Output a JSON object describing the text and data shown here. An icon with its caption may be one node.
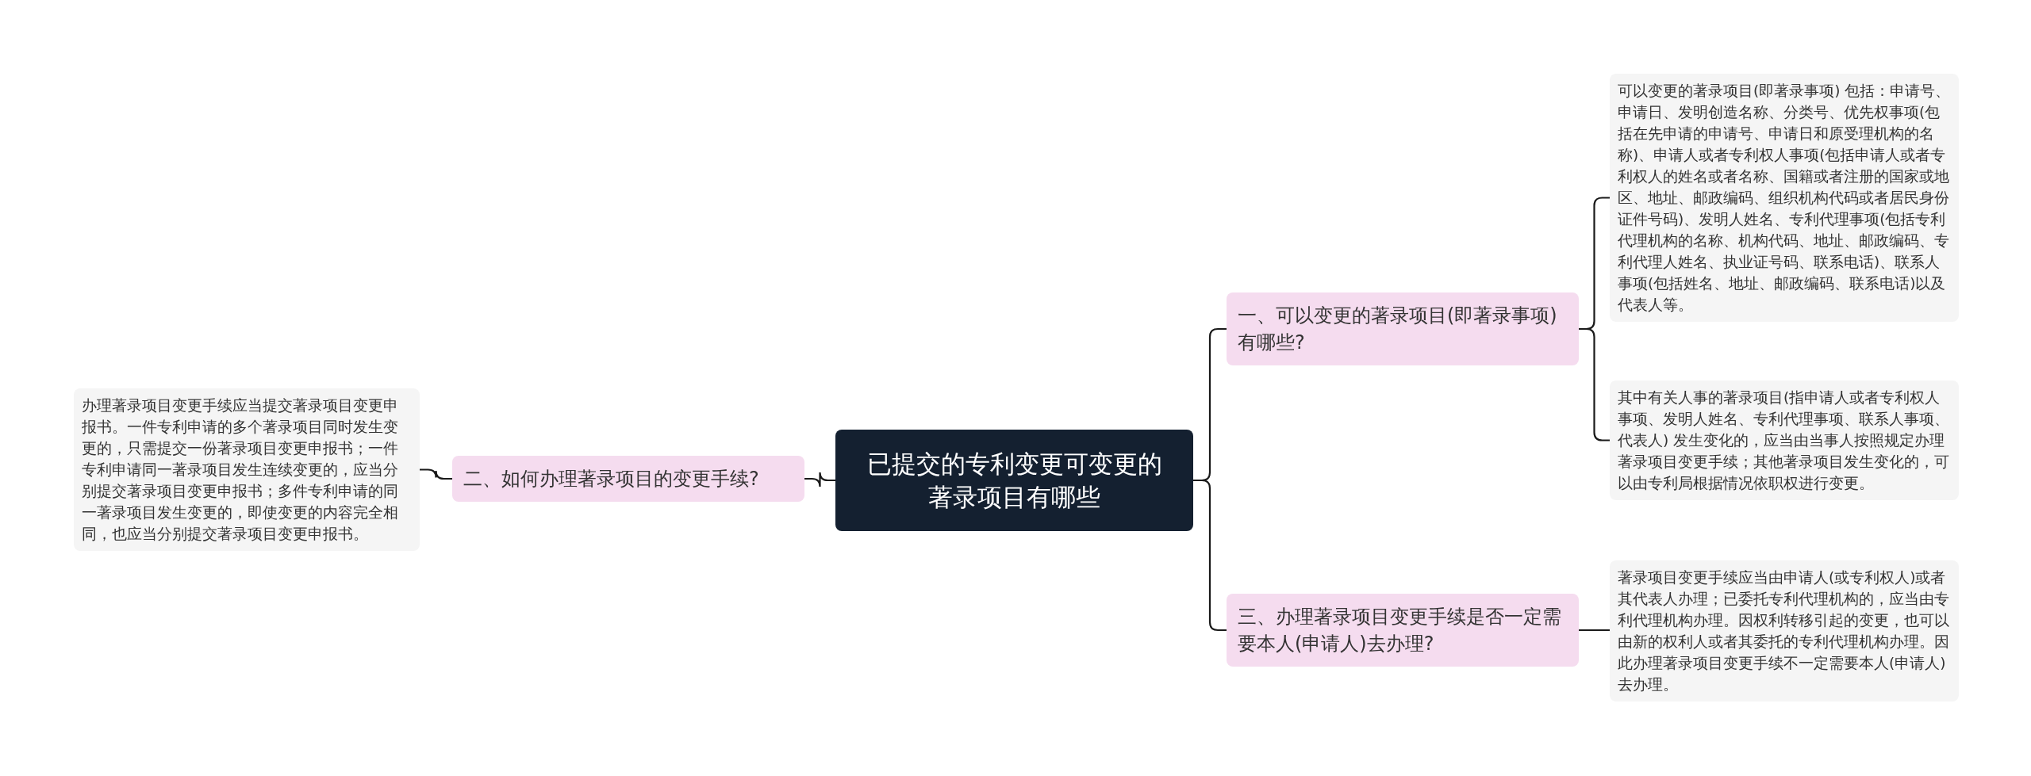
{
  "diagram": {
    "nodes": [
      {
        "text": [
          "已提交的专利变更可变更的著录项目有哪些"
        ]
      },
      {
        "text": [
          "二、如何办理著录项目的变更手续?"
        ]
      },
      {
        "text": [
          "办理著录项目变更手续应当提交著录项目变更申报书。一件专利申请的多个著录项目同时发生变更的，只需提交一份著录项目变更申报书；一件专利申请同一著录项目发生连续变更的，应当分别提交著录项目变更申报书；多件专利申请的同一著录项目发生变更的，即使变更的内容完全相同，也应当分别提交著录项目变更申报书。"
        ]
      },
      {
        "text": [
          "一、可以变更的著录项目(即著录事项)有哪些?"
        ]
      },
      {
        "text": [
          "可以变更的著录项目(即著录事项) 包括：申请号、申请日、发明创造名称、分类号、优先权事项(包括在先申请的申请号、申请日和原受理机构的名称)、申请人或者专利权人事项(包括申请人或者专利权人的姓名或者名称、国籍或者注册的国家或地区、地址、邮政编码、组织机构代码或者居民身份证件号码)、发明人姓名、专利代理事项(包括专利代理机构的名称、机构代码、地址、邮政编码、专利代理人姓名、执业证号码、联系电话)、联系人事项(包括姓名、地址、邮政编码、联系电话)以及代表人等。"
        ]
      },
      {
        "text": [
          "其中有关人事的著录项目(指申请人或者专利权人事项、发明人姓名、专利代理事项、联系人事项、代表人) 发生变化的，应当由当事人按照规定办理著录项目变更手续；其他著录项目发生变化的，可以由专利局根据情况依职权进行变更。"
        ]
      },
      {
        "text": [
          "三、办理著录项目变更手续是否一定需要本人(申请人)去办理?"
        ]
      },
      {
        "text": [
          "著录项目变更手续应当由申请人(或专利权人)或者其代表人办理；已委托专利代理机构的，应当由专利代理机构办理。因权利转移引起的变更，也可以由新的权利人或者其委托的专利代理机构办理。因此办理著录项目变更手续不一定需要本人(申请人)去办理。"
        ]
      }
    ],
    "edges": [
      {
        "from": 0,
        "to": 1,
        "arrow": "none"
      },
      {
        "from": 1,
        "to": 2,
        "arrow": "none"
      },
      {
        "from": 0,
        "to": 3,
        "arrow": "none"
      },
      {
        "from": 3,
        "to": 4,
        "arrow": "none"
      },
      {
        "from": 3,
        "to": 5,
        "arrow": "none"
      },
      {
        "from": 0,
        "to": 6,
        "arrow": "none"
      },
      {
        "from": 6,
        "to": 7,
        "arrow": "none"
      }
    ]
  }
}
